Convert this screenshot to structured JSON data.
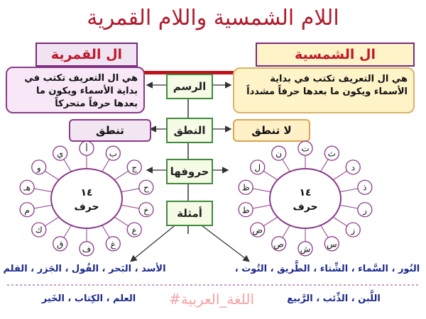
{
  "title": "اللام الشمسية واللام القمرية",
  "shamsiya": {
    "header": "ال الشمسية",
    "definition": "هي ال التعريف تكتب في بداية الأسماء ويكون ما بعدها حرفاً مشدداً",
    "pronunciation": "لا تنطق",
    "circle_count": "١٤",
    "circle_label": "حرف",
    "letters": [
      "ت",
      "ث",
      "د",
      "ذ",
      "ر",
      "ز",
      "س",
      "ش",
      "ص",
      "ض",
      "ط",
      "ظ",
      "ل",
      "ن"
    ],
    "examples": "النُور ، السَّماء ، الشِّتاء ، الطَّريق ، التُوت ،",
    "examples2": "اللَّبن ، الذِّئب ، الرَّبيع"
  },
  "qamariya": {
    "header": "ال القمرية",
    "definition": "هي ال التعريف تكتب في بداية الأسماء ويكون ما بعدها حرفاً متحركاً",
    "pronunciation": "تنطق",
    "circle_count": "١٤",
    "circle_label": "حرف",
    "letters": [
      "أ",
      "ب",
      "ج",
      "ح",
      "خ",
      "ع",
      "غ",
      "ف",
      "ق",
      "ك",
      "م",
      "هـ",
      "و",
      "ي"
    ],
    "examples": "الأسد ، البَحر ، الفُول ، الجَزر ، القلم",
    "examples2": "العلم ، الكِتاب ، الخَير"
  },
  "center": {
    "writing": "الرسم",
    "pronunciation": "النطق",
    "letters": "حروفها",
    "examples": "أمثلة"
  },
  "watermark": "#اللغة_العربية",
  "colors": {
    "title": "#b01a2c",
    "header_text": "#c0182a",
    "center_border": "#3f8a3a",
    "example_text": "#1d2a8a"
  }
}
